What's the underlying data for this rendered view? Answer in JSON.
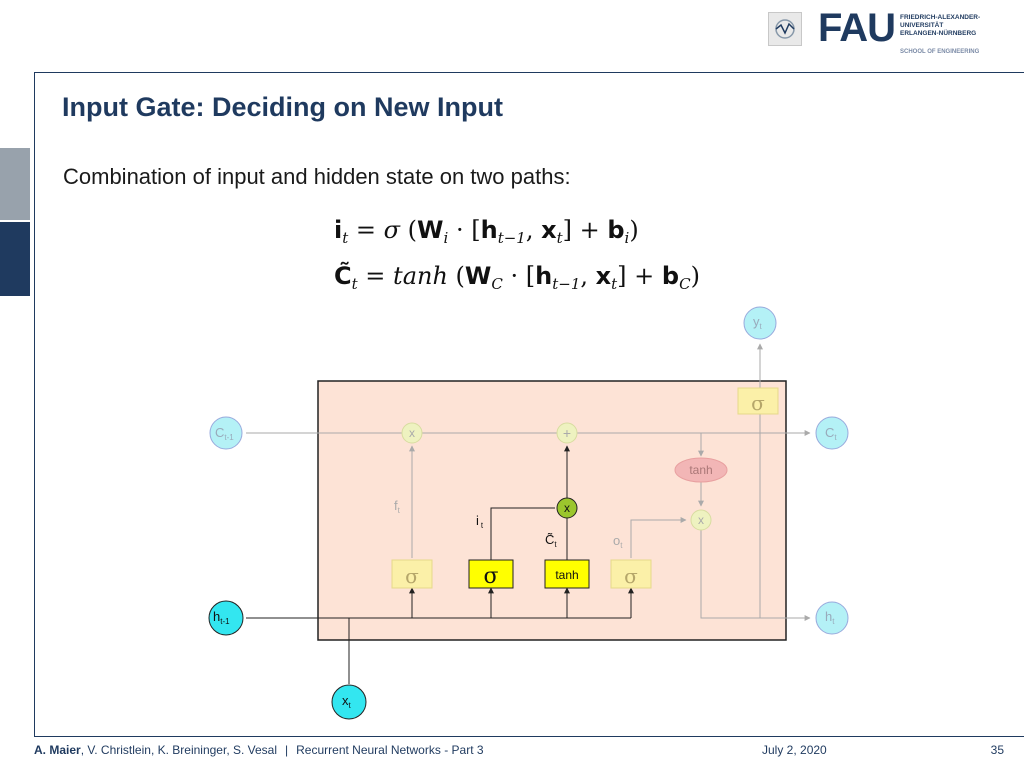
{
  "header": {
    "logo_text": "FAU",
    "university_lines": "FRIEDRICH-ALEXANDER-\nUNIVERSITÄT\nERLANGEN-NÜRNBERG",
    "school": "SCHOOL OF ENGINEERING"
  },
  "slide": {
    "title": "Input Gate: Deciding on New Input",
    "intro": "Combination of input and hidden state on two paths:"
  },
  "equations": {
    "eq1": {
      "lhs": "i",
      "lhs_sub": "t",
      "func": "σ",
      "weight": "W",
      "weight_sub": "i",
      "h": "h",
      "h_sub": "t−1",
      "x": "x",
      "x_sub": "t",
      "bias": "b",
      "bias_sub": "i"
    },
    "eq2": {
      "lhs": "C̃",
      "lhs_sub": "t",
      "func": "tanh",
      "weight": "W",
      "weight_sub": "C",
      "h": "h",
      "h_sub": "t−1",
      "x": "x",
      "x_sub": "t",
      "bias": "b",
      "bias_sub": "C"
    }
  },
  "diagram": {
    "nodes": {
      "c_prev": {
        "main": "C",
        "sub": "t-1"
      },
      "c_out": {
        "main": "C",
        "sub": "t"
      },
      "y_out": {
        "main": "y",
        "sub": "t"
      },
      "h_prev": {
        "main": "h",
        "sub": "t-1"
      },
      "h_out": {
        "main": "h",
        "sub": "t"
      },
      "x_in": {
        "main": "x",
        "sub": "t"
      }
    },
    "ops": {
      "mult": "x",
      "add": "+",
      "tanh": "tanh"
    },
    "gates": {
      "sigma": "σ",
      "tanh": "tanh"
    },
    "labels": {
      "f": {
        "main": "f",
        "sub": "t"
      },
      "i": {
        "main": "i",
        "sub": "t"
      },
      "c_tilde": {
        "main": "C̃",
        "sub": "t"
      },
      "o": {
        "main": "o",
        "sub": "t"
      }
    },
    "colors": {
      "cell_bg": "#fde3d6",
      "node_fill": "#33e6f0",
      "node_faded": "#b4f1f6",
      "gate_fill": "#ffff00",
      "gate_faded": "#fbf0a8",
      "op_active": "#9bc62d",
      "op_faded": "#eef2c0",
      "tanh_op": "#f2b6b6"
    }
  },
  "footer": {
    "lead_author": "A. Maier",
    "co_authors": ", V. Christlein, K. Breininger, S. Vesal",
    "separator": "|",
    "lecture": "Recurrent Neural Networks - Part 3",
    "date": "July 2, 2020",
    "page": "35"
  }
}
